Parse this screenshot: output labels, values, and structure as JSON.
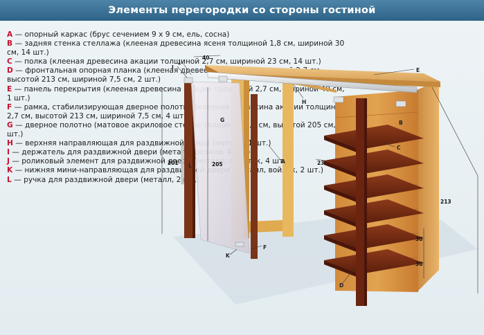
{
  "title": "Элементы перегородки со стороны гостиной",
  "legend": [
    {
      "key": "A",
      "text": " — опорный каркас (брус сечением 9 x 9 см, ель, сосна)"
    },
    {
      "key": "B",
      "text": " — задняя стенка стеллажа (клееная древесина ясеня толщиной 1,8 см, шириной 30 см, 14 шт.)"
    },
    {
      "key": "C",
      "text": " — полка (клееная древесина акации толщиной 2,7 см, шириной 23 см, 14 шт.)"
    },
    {
      "key": "D",
      "text": " — фронтальная опорная планка (клееная древесина акации толщиной 2,7 см, высотой 213 см, шириной 7,5 см, 2 шт.)"
    },
    {
      "key": "E",
      "text": " — панель перекрытия (клееная древесина акации толщиной 2,7 см, шириной 40 см, 1 шт.)"
    },
    {
      "key": "F",
      "text": " — рамка, стабилизирующая дверное полотно (клееная древесина акации толщиной 2,7 см, высотой 213 см, шириной 7,5 см, 4 шт.)"
    },
    {
      "key": "G",
      "text": " — дверное полотно (матовое акриловое стекло толщиной 0,8 см, высотой 205 см, 2 шт.)"
    },
    {
      "key": "H",
      "text": " — верхняя направляющая для раздвижной двери (металл, 1 шт.)"
    },
    {
      "key": "I",
      "text": " — держатель для раздвижной двери (металл, резина, 4 шт.)"
    },
    {
      "key": "J",
      "text": " — роликовый элемент для раздвижной двери (металл, пластик, 4 шт.)"
    },
    {
      "key": "K",
      "text": " — нижняя мини-направляющая для раздвижной двери (металл, войлок, 2 шт.)"
    },
    {
      "key": "L",
      "text": " — ручка для раздвижной двери (металл, 2 шт.)"
    }
  ],
  "diagram": {
    "labels": {
      "A": "A",
      "B": "B",
      "C": "C",
      "D": "D",
      "E": "E",
      "F": "F",
      "G": "G",
      "H": "H",
      "I": "I",
      "J": "J",
      "K": "K",
      "L": "L"
    },
    "dimensions": {
      "top_depth": "40",
      "door_height": "201",
      "door_panel_height": "205",
      "shelf_angle": "23",
      "total_height": "213",
      "shelf_spacing_1": "30",
      "shelf_spacing_2": "30"
    }
  },
  "colors": {
    "title_bar": "#3a729a",
    "legend_key": "#c8102e",
    "wood_light": "#e0a040",
    "wood_dark": "#6a2410",
    "frame_pine": "#e6b85e"
  }
}
